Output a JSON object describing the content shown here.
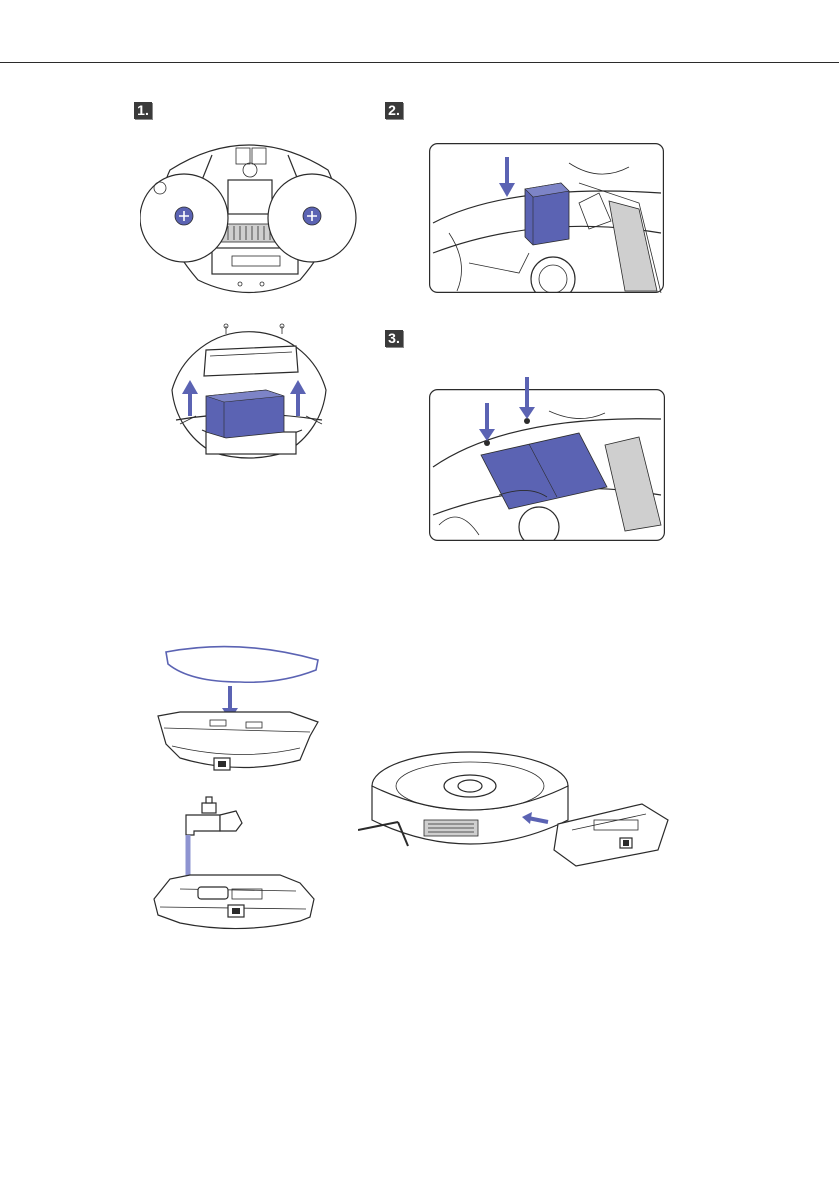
{
  "steps": [
    {
      "number": "1."
    },
    {
      "number": "2."
    },
    {
      "number": "3."
    }
  ],
  "colors": {
    "accent": "#5b63b3",
    "accent_dark": "#3f4696",
    "line": "#2b2b2b",
    "page": "#ffffff"
  },
  "figures": [
    {
      "name": "robot-underside-screws",
      "step": "1."
    },
    {
      "name": "battery-removal-zoom",
      "step": "1."
    },
    {
      "name": "battery-insert",
      "step": "2."
    },
    {
      "name": "battery-cover-screws",
      "step": "3."
    },
    {
      "name": "mop-pad-attach",
      "step": ""
    },
    {
      "name": "tank-refill",
      "step": ""
    },
    {
      "name": "tank-install-robot",
      "step": ""
    }
  ]
}
